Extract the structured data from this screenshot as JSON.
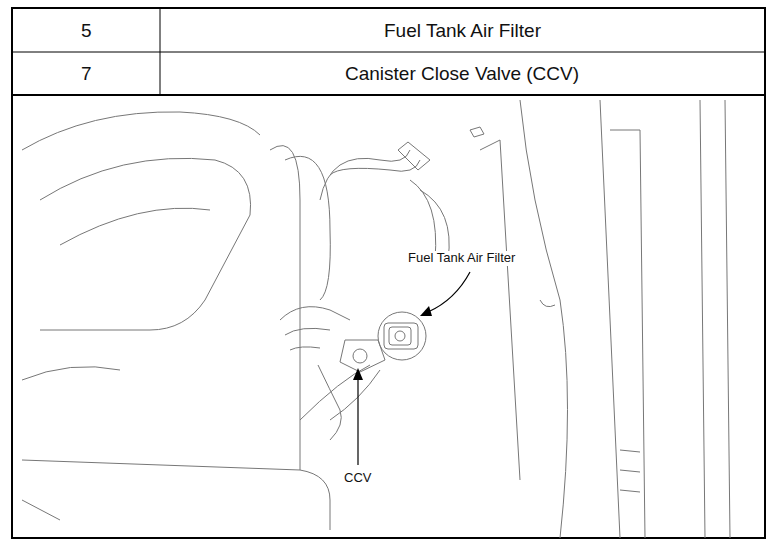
{
  "diagram": {
    "labels": [
      "5",
      "Fuel Tank Air Filter",
      "7",
      "Canister Close Valve (CCV)",
      "Fuel Tank Air Filter",
      "CCV"
    ]
  }
}
